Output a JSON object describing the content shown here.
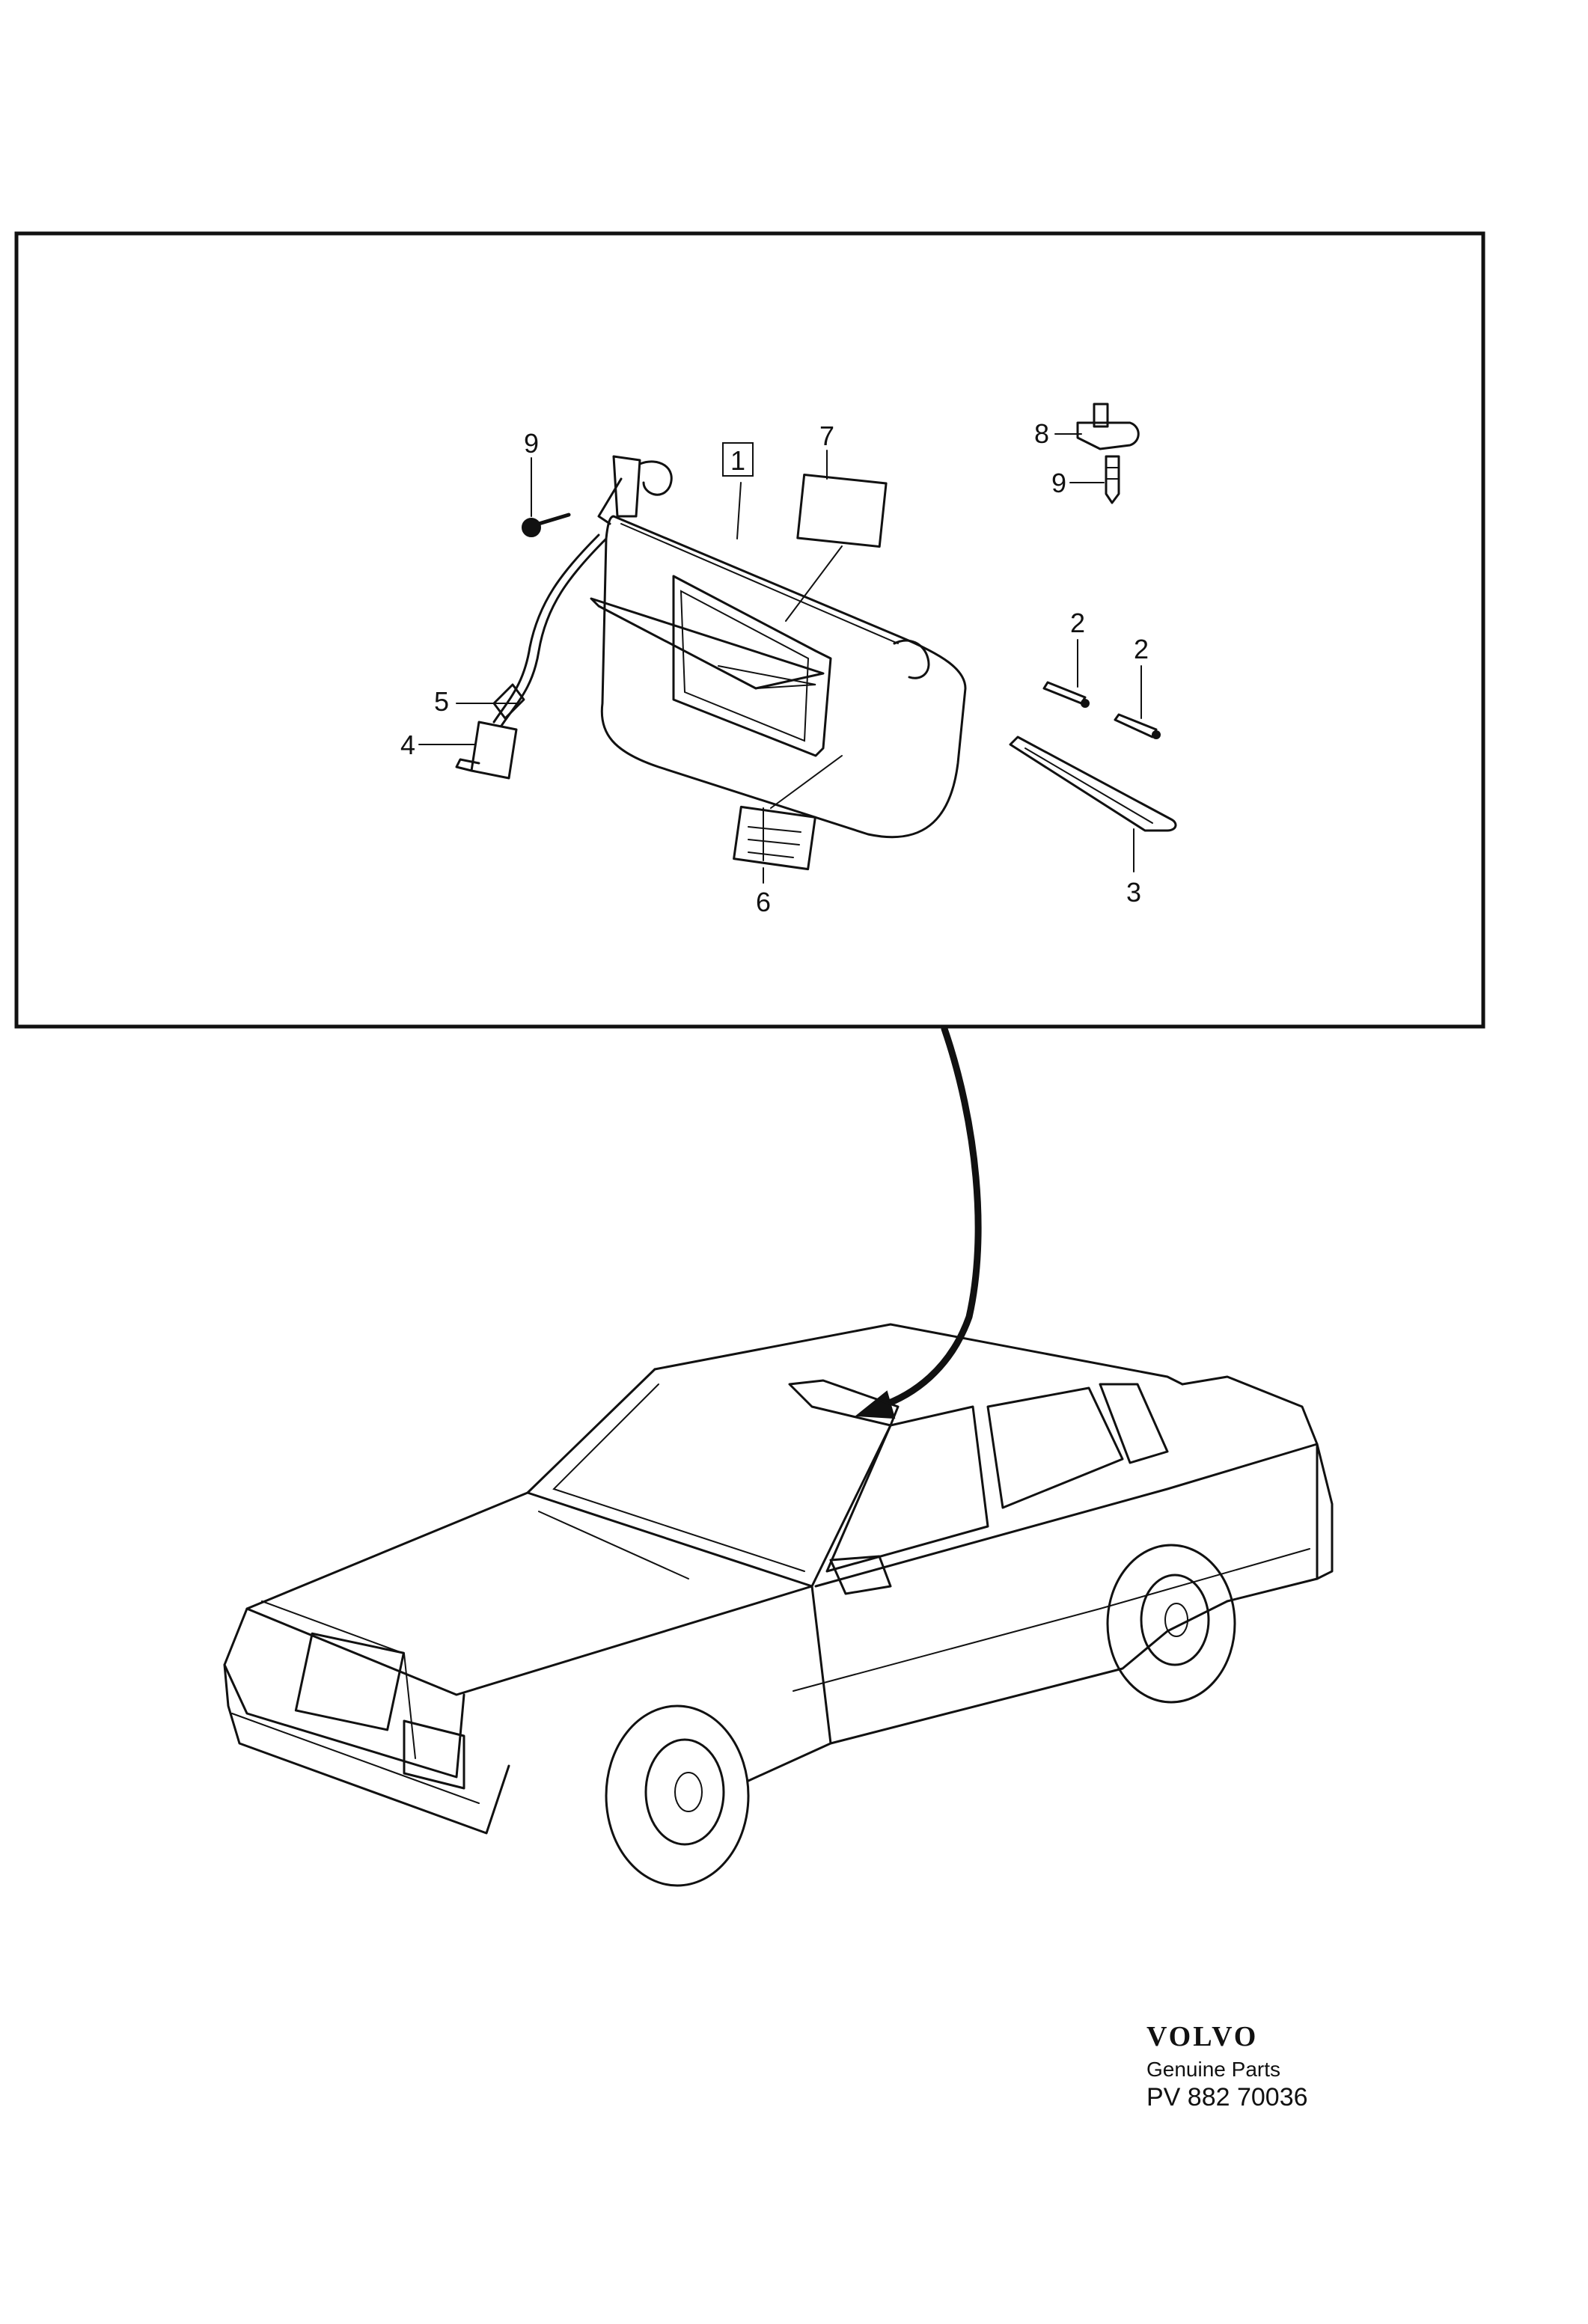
{
  "callouts": {
    "c1": "1",
    "c2a": "2",
    "c2b": "2",
    "c3": "3",
    "c4": "4",
    "c5": "5",
    "c6": "6",
    "c7": "7",
    "c8": "8",
    "c9a": "9",
    "c9b": "9"
  },
  "footer": {
    "brand": "VOLVO",
    "caption": "Genuine Parts",
    "part_number": "PV 882 70036"
  }
}
